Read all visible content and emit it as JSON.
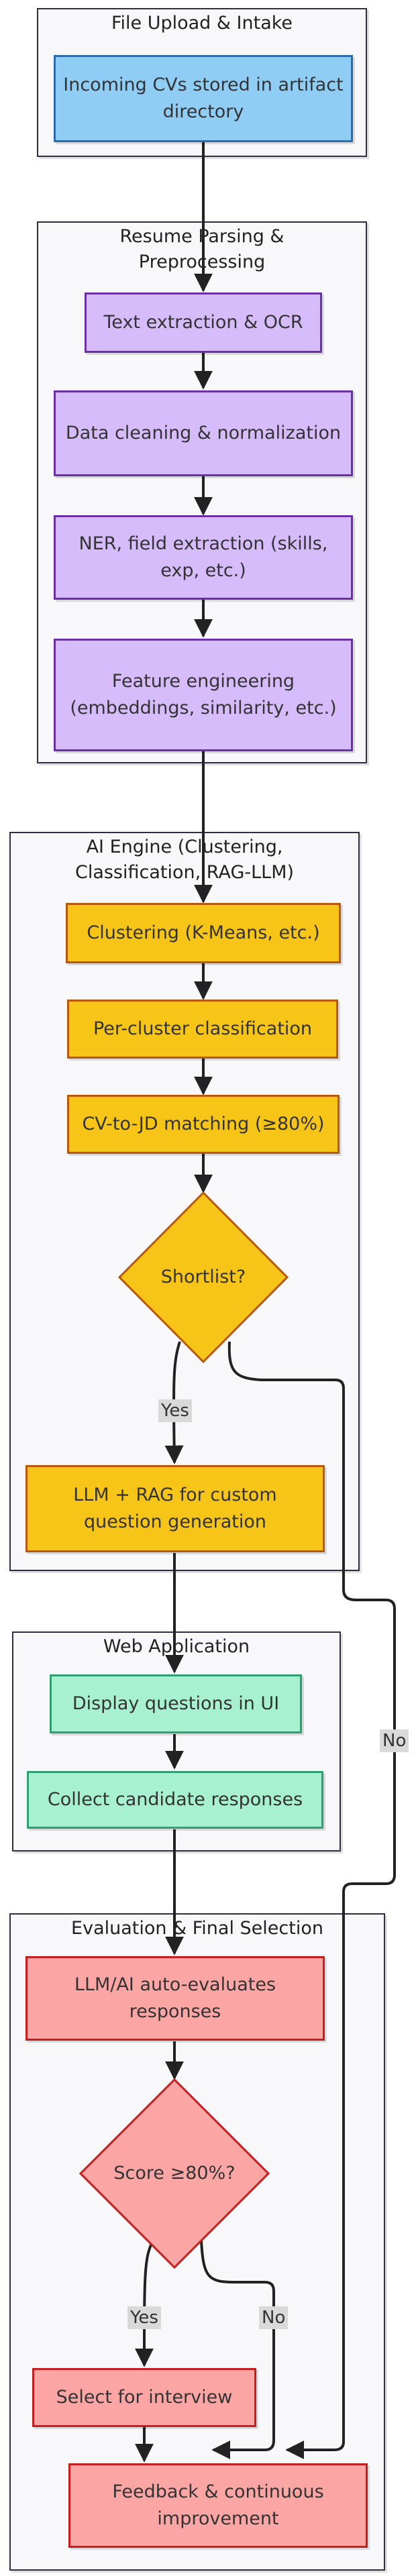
{
  "clusters": {
    "upload": "File Upload & Intake",
    "parsing": "Resume Parsing &\nPreprocessing",
    "ai": "AI Engine (Clustering,\nClassification, RAG-LLM)",
    "web": "Web Application",
    "eval": "Evaluation & Final Selection"
  },
  "nodes": {
    "incoming": "Incoming CVs stored in artifact directory",
    "ocr": "Text extraction & OCR",
    "cleaning": "Data cleaning & normalization",
    "ner": "NER, field extraction (skills, exp, etc.)",
    "features": "Feature engineering (embeddings, similarity, etc.)",
    "clustering": "Clustering (K-Means, etc.)",
    "classification": "Per-cluster classification",
    "matching": "CV-to-JD matching (≥80%)",
    "shortlist": "Shortlist?",
    "llm_rag": "LLM + RAG for custom question generation",
    "display": "Display questions in UI",
    "collect": "Collect candidate responses",
    "auto_eval": "LLM/AI auto-evaluates responses",
    "score": "Score ≥80%?",
    "interview": "Select for interview",
    "feedback": "Feedback & continuous improvement"
  },
  "edge_labels": {
    "shortlist_yes": "Yes",
    "shortlist_no": "No",
    "score_yes": "Yes",
    "score_no": "No"
  },
  "colors": {
    "intake": "#90cdf4",
    "parsing": "#d6bcfa",
    "ai": "#f6c518",
    "web": "#a7f0d0",
    "eval": "#fca5a5"
  }
}
